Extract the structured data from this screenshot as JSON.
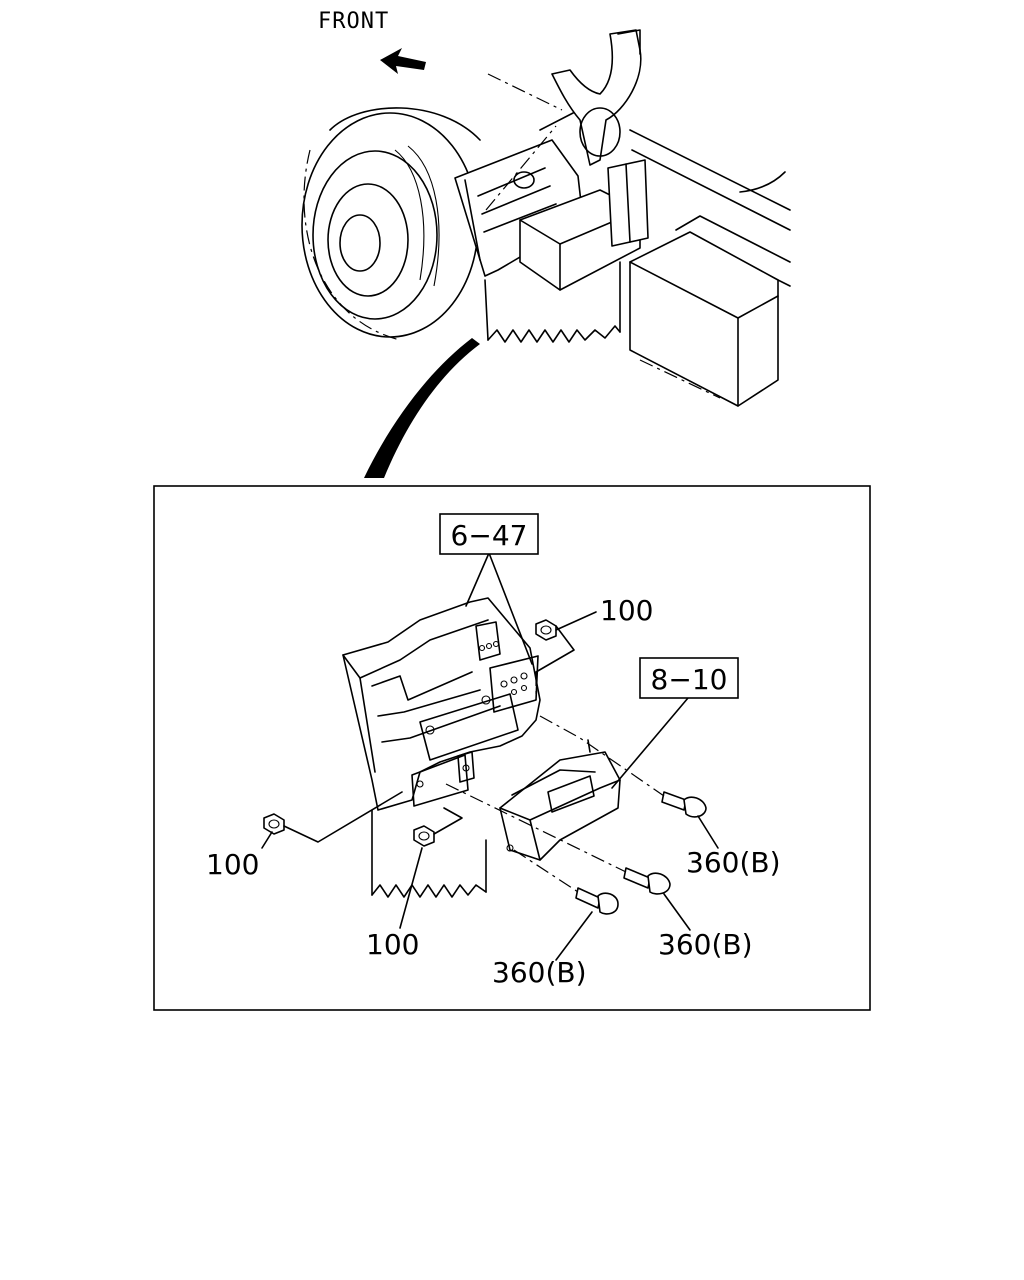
{
  "direction": {
    "text": "FRONT"
  },
  "callouts": {
    "ref_6_47": "6−47",
    "ref_8_10": "8−10",
    "nut_top": "100",
    "nut_left": "100",
    "nut_bottom": "100",
    "bolt_right": "360(B)",
    "bolt_mid": "360(B)",
    "bolt_bottom": "360(B)"
  }
}
